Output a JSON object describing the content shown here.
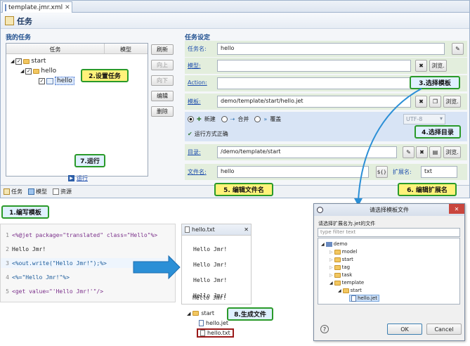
{
  "editor": {
    "file_tab": "template.jmr.xml",
    "title": "任务",
    "my_tasks_header": "我的任务",
    "task_settings_header": "任务设定",
    "tree_columns": [
      "任务",
      "模型"
    ],
    "tree_items": [
      "start",
      "hello",
      "hello"
    ],
    "side_buttons": [
      "刷新",
      "向上",
      "向下",
      "编辑",
      "删除"
    ],
    "fields": {
      "task_name_label": "任务名:",
      "task_name_value": "hello",
      "model_label": "模型:",
      "model_value": "",
      "action_label": "Action:",
      "action_value": "",
      "template_label": "模板:",
      "template_value": "demo/template/start/hello.jet",
      "directory_label": "目录:",
      "directory_value": "/demo/template/start",
      "filename_label": "文件名:",
      "filename_value": "hello",
      "ext_label": "扩展名:",
      "ext_value": "txt",
      "browse": "浏览."
    },
    "mode_options": [
      "新建",
      "合并",
      "覆盖"
    ],
    "encoding": "UTF-8",
    "run_status": "运行方式正确",
    "run_link": "运行",
    "bottom_tabs": [
      "任务",
      "模型",
      "资源"
    ]
  },
  "callouts": {
    "c1": "1.编写模板",
    "c2": "2.设置任务",
    "c3": "3.选择模板",
    "c4": "4.选择目录",
    "c5": "5. 编辑文件名",
    "c6": "6. 编辑扩展名",
    "c7": "7.运行",
    "c8": "8.生成文件"
  },
  "code": {
    "lines": [
      "<%@jet package=\"translated\" class=\"Hello\"%>",
      "Hello Jmr!",
      "<%out.write(\"Hello Jmr!\");%>",
      "<%=\"Hello Jmr!\"%>",
      "<get value=\"'Hello Jmr!'\"/>"
    ],
    "line_numbers": [
      "1",
      "2",
      "3",
      "4",
      "5"
    ]
  },
  "output": {
    "tab": "hello.txt",
    "lines": [
      "Hello Jmr!",
      "Hello Jmr!",
      "Hello Jmr!",
      "Hello Jmr!",
      "Hello Jmr!"
    ]
  },
  "generated": {
    "folder": "start",
    "files": [
      "hello.jet",
      "hello.txt"
    ]
  },
  "dialog": {
    "title": "请选择模板文件",
    "prompt": "请选择扩展名为.jet的文件",
    "filter_placeholder": "type filter text",
    "tree": [
      "demo",
      "model",
      "start",
      "tag",
      "task",
      "template",
      "start",
      "hello.jet"
    ],
    "ok": "OK",
    "cancel": "Cancel"
  },
  "colors": {
    "accent": "#1f4fae",
    "callout_bg": "#fff27a",
    "callout_border": "#2a9a2a",
    "arrow": "#2b8fd6"
  }
}
